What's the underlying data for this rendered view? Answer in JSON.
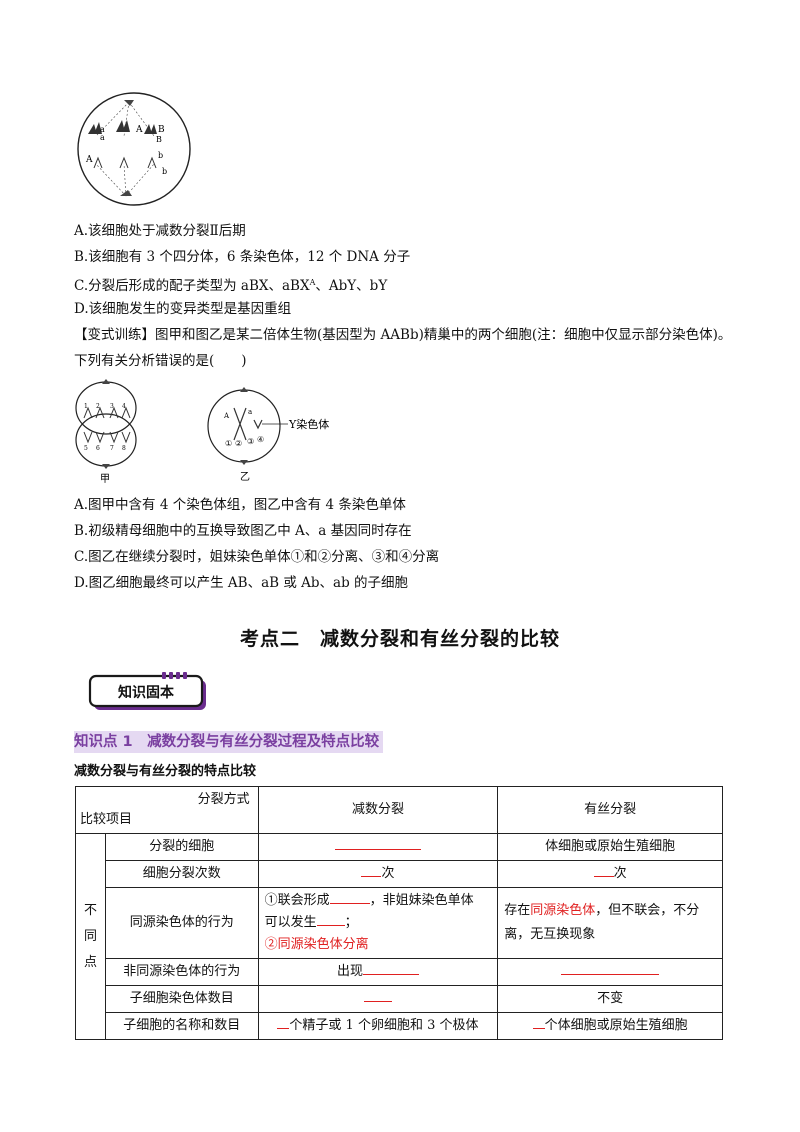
{
  "figure1": {
    "labels": [
      "a",
      "a",
      "A",
      "B",
      "B",
      "A",
      "b",
      "b"
    ]
  },
  "question1": {
    "options": [
      "A.该细胞处于减数分裂Ⅱ后期",
      "B.该细胞有 3 个四分体，6 条染色体，12 个 DNA 分子",
      "D.该细胞发生的变异类型是基因重组"
    ],
    "option_c_prefix": "C.分裂后形成的配子类型为 aBX、aBX",
    "option_c_sup": "A",
    "option_c_suffix": "、AbY、bY"
  },
  "variant": {
    "text": "【变式训练】图甲和图乙是某二倍体生物(基因型为 AABb)精巢中的两个细胞(注：细胞中仅显示部分染色体)。下列有关分析错误的是(　　)"
  },
  "figure2": {
    "label_jia": "甲",
    "label_yi": "乙",
    "y_label": "Y染色体",
    "jia_numbers": [
      "1",
      "2",
      "3",
      "4",
      "5",
      "6",
      "7",
      "8"
    ],
    "yi_labels": [
      "A",
      "a",
      "①",
      "②",
      "③",
      "④"
    ]
  },
  "question2": {
    "options": [
      "A.图甲中含有 4 个染色体组，图乙中含有 4 条染色单体",
      "B.初级精母细胞中的互换导致图乙中 A、a 基因同时存在",
      "C.图乙在继续分裂时，姐妹染色单体①和②分离、③和④分离",
      "D.图乙细胞最终可以产生 AB、aB 或 Ab、ab 的子细胞"
    ]
  },
  "section": {
    "title": "考点二　减数分裂和有丝分裂的比较"
  },
  "badge": {
    "text": "知识固本"
  },
  "knowledge_point": {
    "title": "知识点 1　减数分裂与有丝分裂过程及特点比较"
  },
  "table": {
    "caption": "减数分裂与有丝分裂的特点比较",
    "header_top_right": "分裂方式",
    "header_bottom_left": "比较项目",
    "col_meiosis": "减数分裂",
    "col_mitosis": "有丝分裂",
    "group_label": "不同点",
    "rows": {
      "cell": {
        "item": "分裂的细胞",
        "mitosis": "体细胞或原始生殖细胞"
      },
      "count": {
        "item": "细胞分裂次数",
        "suffix": "次"
      },
      "homolog": {
        "item": "同源染色体的行为",
        "meiosis_line1_a": "①联会形成",
        "meiosis_line1_b": "，非姐妹染色单体",
        "meiosis_line2_a": "可以发生",
        "meiosis_line2_b": "；",
        "meiosis_line3": "②同源染色体分离",
        "mitosis_a": "存在",
        "mitosis_red": "同源染色体",
        "mitosis_b": "，但不联会，不分离，无互换现象"
      },
      "nonhomolog": {
        "item": "非同源染色体的行为",
        "meiosis_prefix": "出现"
      },
      "daughter_count": {
        "item": "子细胞染色体数目",
        "mitosis": "不变"
      },
      "daughter_name": {
        "item": "子细胞的名称和数目",
        "meiosis_text": "个精子或 1 个卵细胞和 3 个极体",
        "mitosis_text": "个体细胞或原始生殖细胞"
      }
    }
  },
  "colors": {
    "red": "#e02020",
    "purple": "#7a3fa0",
    "highlight": "#e5d9f2"
  }
}
